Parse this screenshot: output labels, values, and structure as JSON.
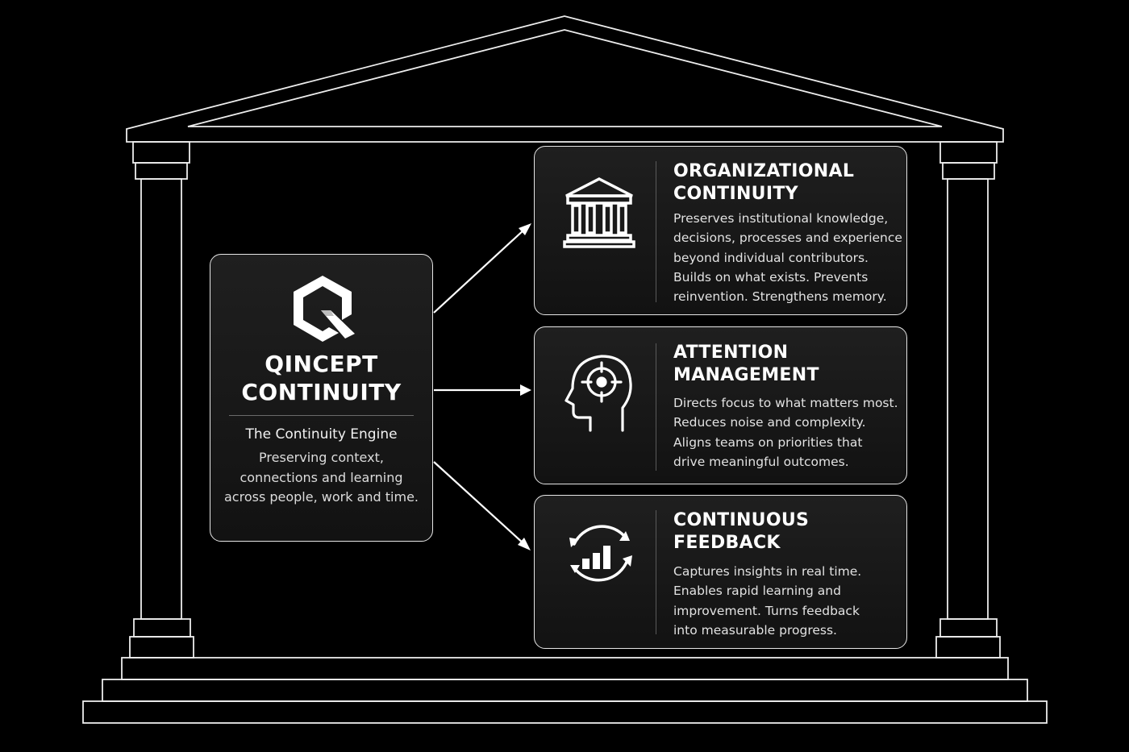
{
  "brand": {
    "title_line1": "QINCEPT",
    "title_line2": "CONTINUITY",
    "subtitle": "The Continuity Engine",
    "description": "Preserving context, connections and learning across people, work and time.",
    "logo_icon": "q-logo-icon"
  },
  "pillars": [
    {
      "icon": "institution-icon",
      "title_line1": "ORGANIZATIONAL",
      "title_line2": "CONTINUITY",
      "lines": [
        "Preserves institutional knowledge,",
        "decisions, processes and experience",
        "beyond individual contributors.",
        "Builds on what exists. Prevents",
        "reinvention. Strengthens memory."
      ]
    },
    {
      "icon": "head-target-icon",
      "title_line1": "ATTENTION",
      "title_line2": "MANAGEMENT",
      "lines": [
        "Directs focus to what matters most.",
        "Reduces noise and complexity.",
        "Aligns teams on priorities that",
        "drive meaningful outcomes."
      ]
    },
    {
      "icon": "feedback-cycle-chart-icon",
      "title_line1": "CONTINUOUS",
      "title_line2": "FEEDBACK",
      "lines": [
        "Captures insights in real time.",
        "Enables rapid learning and",
        "improvement. Turns feedback",
        "into measurable progress."
      ]
    }
  ],
  "colors": {
    "background": "#000000",
    "outline": "#ffffff",
    "card_fill": "#1a1a1a"
  }
}
